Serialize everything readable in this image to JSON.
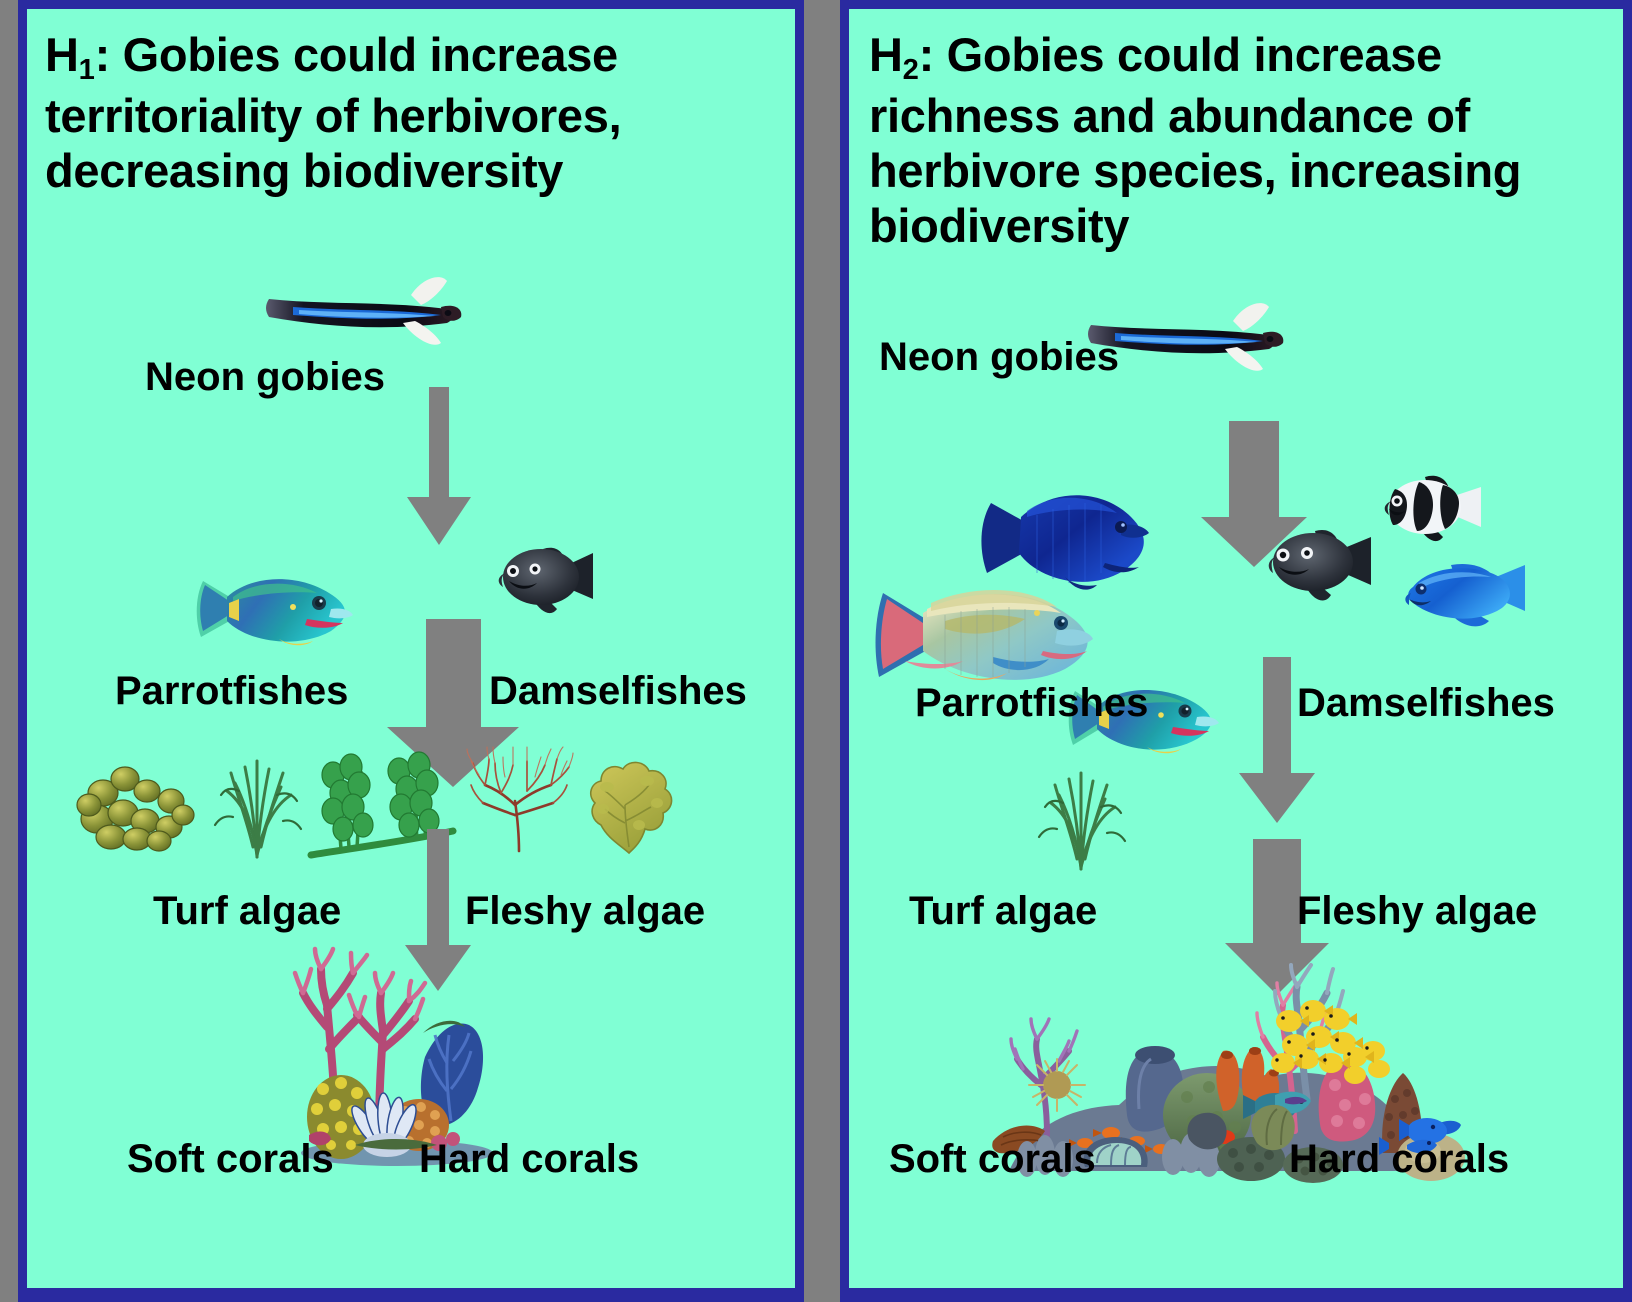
{
  "figure": {
    "background_color": "#808080",
    "panel_border_color": "#2A2AA0",
    "panel_fill_color": "#80FFD4",
    "arrow_color": "#808080",
    "text_color": "#000000"
  },
  "panels": [
    {
      "id": "H1",
      "heading_prefix": "H",
      "heading_subscript": "1",
      "heading_text": ": Gobies could increase territoriality of herbivores, decreasing biodiversity",
      "levels": [
        {
          "name": "gobies",
          "label": "Neon gobies",
          "organisms": [
            "neon-goby"
          ],
          "count": 1
        },
        {
          "name": "herbivores",
          "label_left": "Parrotfishes",
          "label_right": "Damselfishes",
          "organisms": [
            "parrotfish-teal",
            "damselfish-black"
          ],
          "parrotfish_count": 1,
          "damselfish_count": 1
        },
        {
          "name": "algae",
          "label_left": "Turf  algae",
          "label_right": "Fleshy algae",
          "organisms": [
            "algae-olive-blobs",
            "algae-green-wispy",
            "algae-green-berry",
            "algae-red-branching",
            "algae-yellow-leafy"
          ],
          "count": 5
        },
        {
          "name": "corals",
          "label_left": "Soft corals",
          "label_right": "Hard corals",
          "organisms": [
            "coral-cluster-small"
          ],
          "count": 1
        }
      ],
      "arrows": 3
    },
    {
      "id": "H2",
      "heading_prefix": "H",
      "heading_subscript": "2",
      "heading_text": ": Gobies could increase richness and abundance of herbivore species, increasing biodiversity",
      "levels": [
        {
          "name": "gobies",
          "label": "Neon gobies",
          "organisms": [
            "neon-goby"
          ],
          "count": 1
        },
        {
          "name": "herbivores",
          "label_left": "Parrotfishes",
          "label_right": "Damselfishes",
          "organisms": [
            "parrotfish-darkblue",
            "parrotfish-rainbow",
            "parrotfish-teal",
            "damselfish-humbug",
            "damselfish-black",
            "damselfish-blue"
          ],
          "parrotfish_count": 3,
          "damselfish_count": 3
        },
        {
          "name": "algae",
          "label_left": "Turf algae",
          "label_right": "Fleshy algae",
          "organisms": [
            "algae-green-wispy"
          ],
          "count": 1
        },
        {
          "name": "corals",
          "label_left": "Soft corals",
          "label_right": "Hard corals",
          "organisms": [
            "coral-reef-large"
          ],
          "count": 1
        }
      ],
      "arrows": 3
    }
  ]
}
